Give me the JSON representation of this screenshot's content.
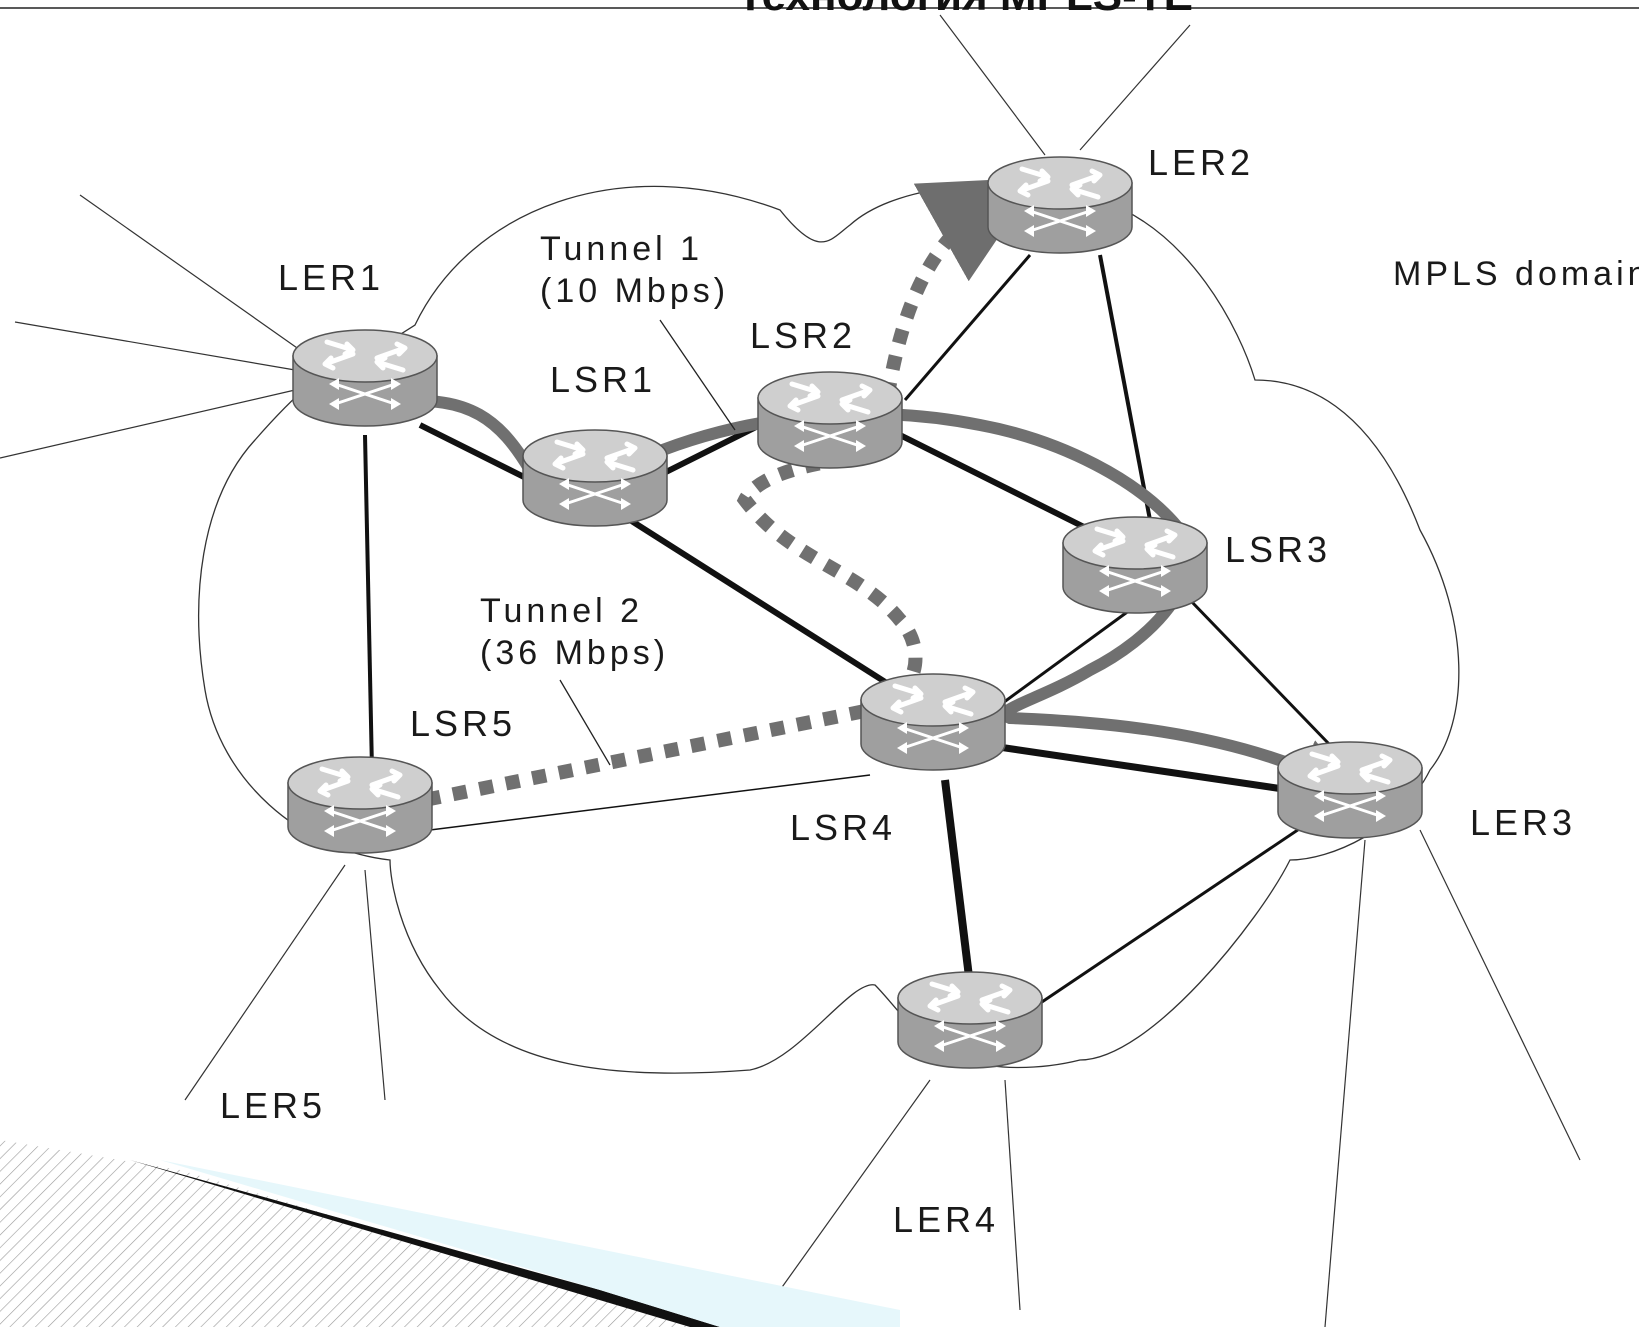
{
  "title": "Технология MPLS-TE",
  "domain_label": "MPLS domain",
  "tunnels": [
    {
      "name": "Tunnel 1",
      "bandwidth": "(10 Mbps)"
    },
    {
      "name": "Tunnel 2",
      "bandwidth": "(36 Mbps)"
    }
  ],
  "routers": [
    {
      "id": "LER1",
      "label": "LER1"
    },
    {
      "id": "LER2",
      "label": "LER2"
    },
    {
      "id": "LER3",
      "label": "LER3"
    },
    {
      "id": "LER4",
      "label": "LER4"
    },
    {
      "id": "LER5",
      "label": "LER5"
    },
    {
      "id": "LSR1",
      "label": "LSR1"
    },
    {
      "id": "LSR2",
      "label": "LSR2"
    },
    {
      "id": "LSR3",
      "label": "LSR3"
    },
    {
      "id": "LSR4",
      "label": "LSR4"
    },
    {
      "id": "LSR5",
      "label": "LSR5"
    }
  ],
  "colors": {
    "router_body": "#a8a8a8",
    "router_top": "#d0d0d0",
    "link": "#111111",
    "tunnel_path": "#707070",
    "cloud_outline": "#333333",
    "footer_accent": "#e6f7fb"
  }
}
